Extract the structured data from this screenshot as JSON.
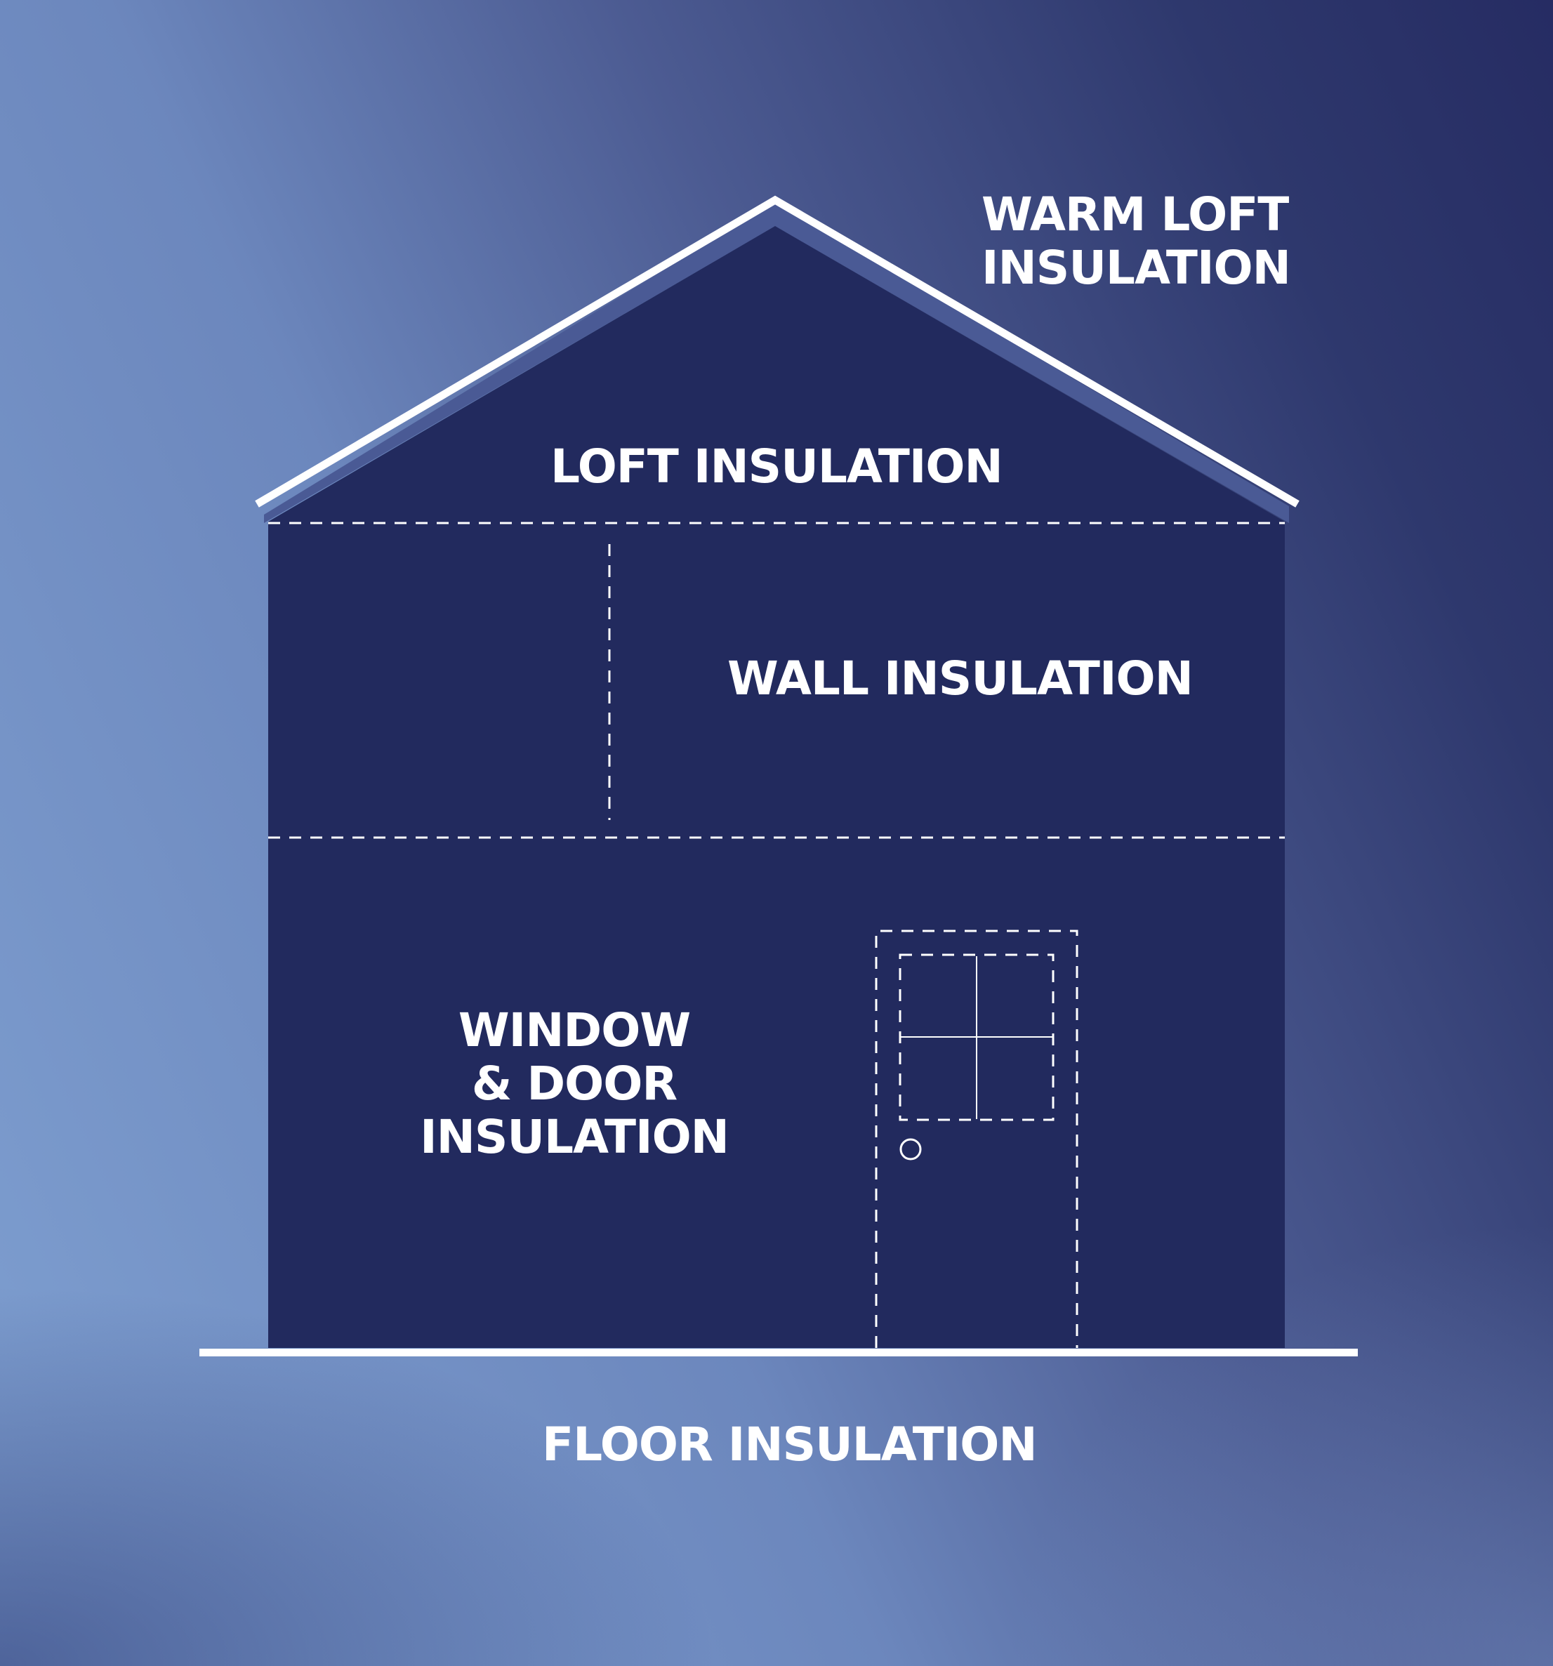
{
  "colors": {
    "house_fill": "#222a5e",
    "roof_insulation_band": "#4a5a95",
    "lines": "#ffffff",
    "background_dark": "#262c63",
    "background_light": "#7fa0d1"
  },
  "labels": {
    "warm_loft": {
      "line1": "WARM LOFT",
      "line2": "INSULATION"
    },
    "loft": "LOFT INSULATION",
    "wall": "WALL INSULATION",
    "window_door": {
      "line1": "WINDOW",
      "line2": "& DOOR",
      "line3": "INSULATION"
    },
    "floor": "FLOOR INSULATION"
  },
  "icons": {
    "door": "door-icon",
    "window": "window-icon",
    "door_knob": "door-knob-icon"
  }
}
